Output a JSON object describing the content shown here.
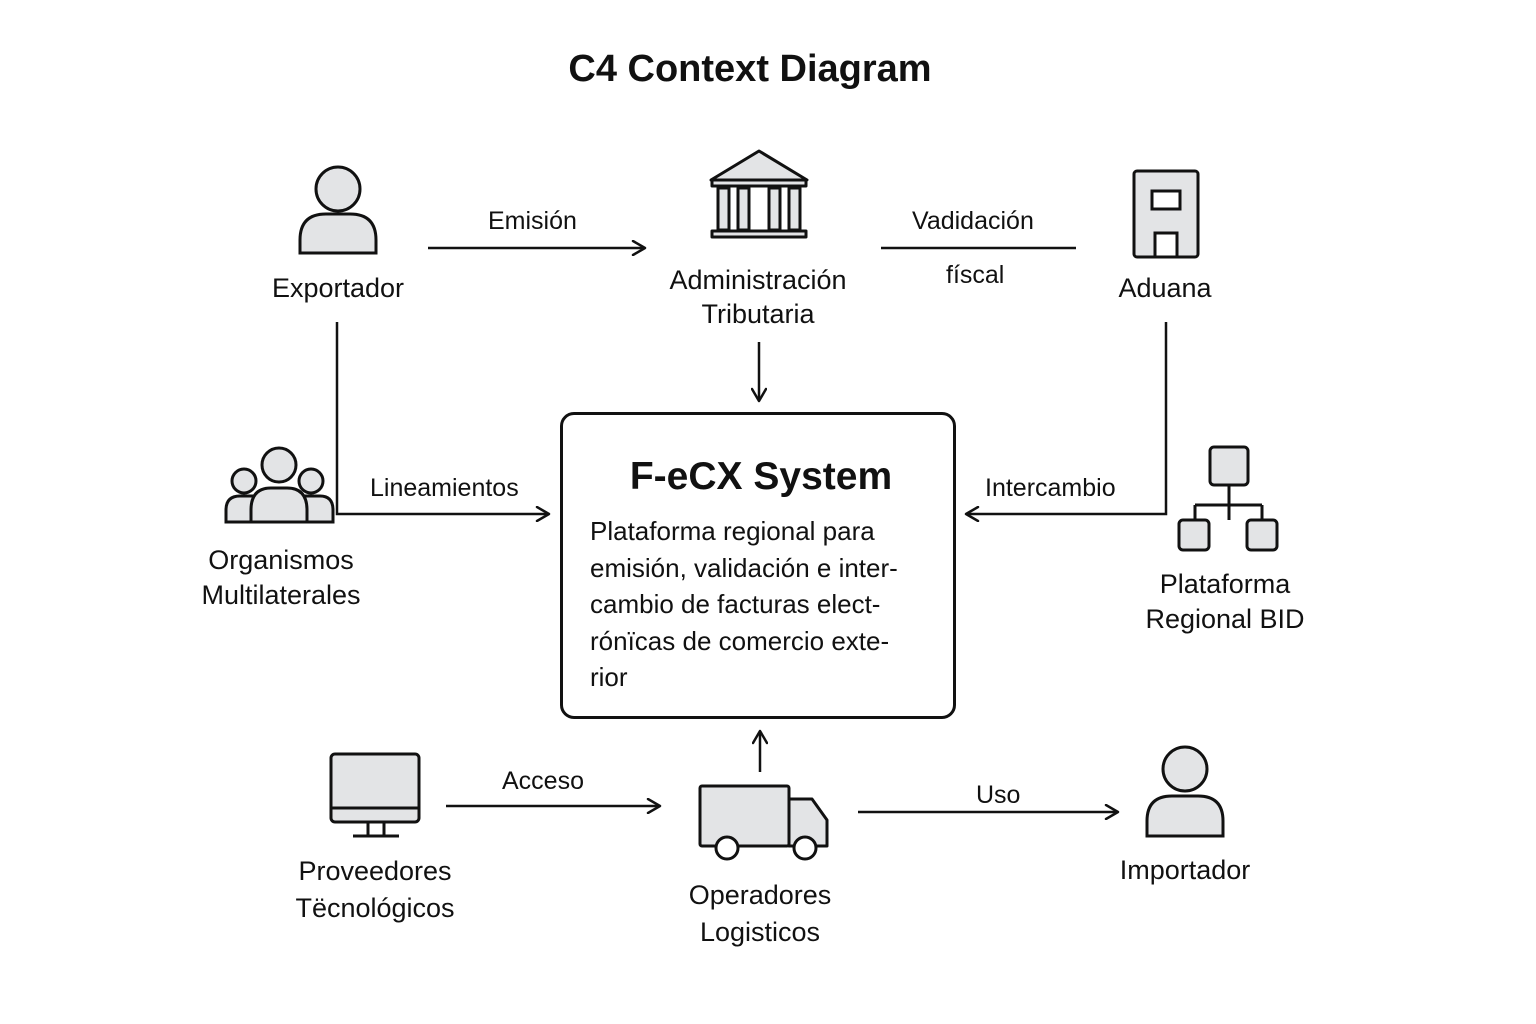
{
  "title": "C4 Context Diagram",
  "system": {
    "name": "F-eCX System",
    "description": "Plataforma regional para\nemisión, validación e inter-\ncambio de facturas elect-\nrónïcas de comercio exte-\nrior"
  },
  "actors": {
    "exportador": {
      "label": "Exportador",
      "icon": "person-icon"
    },
    "administracion": {
      "line1": "Administración",
      "line2": "Tributaria",
      "icon": "bank-building-icon"
    },
    "aduana": {
      "label": "Aduana",
      "icon": "office-building-icon"
    },
    "organismos": {
      "line1": "Organismos",
      "line2": "Multilaterales",
      "icon": "group-icon"
    },
    "plataforma": {
      "line1": "Plataforma",
      "line2": "Regional BID",
      "icon": "network-hierarchy-icon"
    },
    "proveedores": {
      "line1": "Proveedores",
      "line2": "Tëcnológicos",
      "icon": "monitor-icon"
    },
    "operadores": {
      "line1": "Operadores",
      "line2": "Logisticos",
      "icon": "truck-icon"
    },
    "importador": {
      "label": "Importador",
      "icon": "person-icon"
    }
  },
  "relations": {
    "emision": "Emisión",
    "validacion_line1": "Vadidación",
    "validacion_line2": "físcal",
    "lineamientos": "Lineamientos",
    "intercambio": "Intercambio",
    "acceso": "Acceso",
    "uso": "Uso"
  }
}
